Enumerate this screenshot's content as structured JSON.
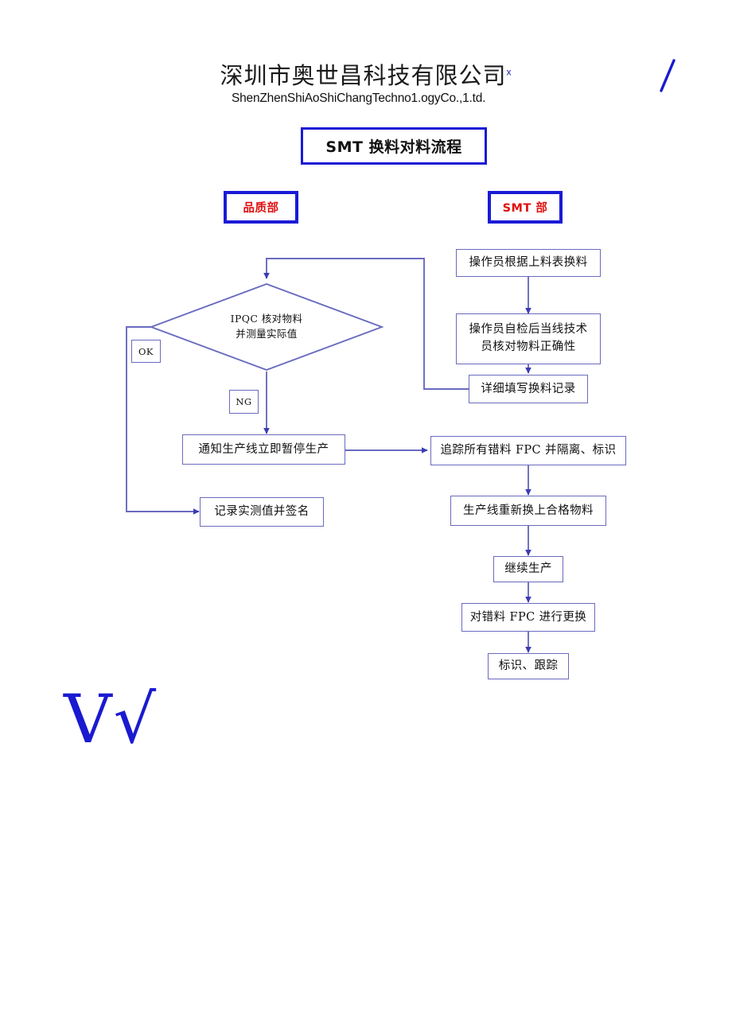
{
  "header": {
    "company_cn": "深圳市奥世昌科技有限公司",
    "company_cn_superscript": "x",
    "company_en": "ShenZhenShiAoShiChangTechno1.ogyCo.,1.td."
  },
  "title": {
    "label": "SMT 换料对料流程"
  },
  "departments": [
    {
      "id": "quality",
      "label": "品质部"
    },
    {
      "id": "smt",
      "label": "SMT 部"
    }
  ],
  "branch_labels": {
    "ok": "OK",
    "ng": "NG"
  },
  "nodes": {
    "decision": "IPQC 核对物料\n并测量实际值",
    "decision_line1": "IPQC 核对物料",
    "decision_line2": "并测量实际值",
    "smt_1": "操作员根据上料表换料",
    "smt_2_line1": "操作员自检后当线技术",
    "smt_2_line2": "员核对物料正确性",
    "smt_3": "详细填写换料记录",
    "qc_stop": "通知生产线立即暂停生产",
    "qc_record": "记录实测值并签名",
    "smt_trace": "追踪所有错料 FPC 并隔离、标识",
    "smt_replace": "生产线重新换上合格物料",
    "smt_continue": "继续生产",
    "smt_rework": "对错料 FPC 进行更换",
    "smt_mark": "标识、跟踪"
  },
  "annotations": {
    "handwriting": "V√"
  },
  "colors": {
    "flow_border": "#6a6ac0",
    "flow_arrow": "#3b3bb5",
    "accent_blue": "#1a1ad6",
    "dept_text_red": "#e01010",
    "handwriting_blue": "#1a1ad0",
    "background": "#ffffff"
  }
}
